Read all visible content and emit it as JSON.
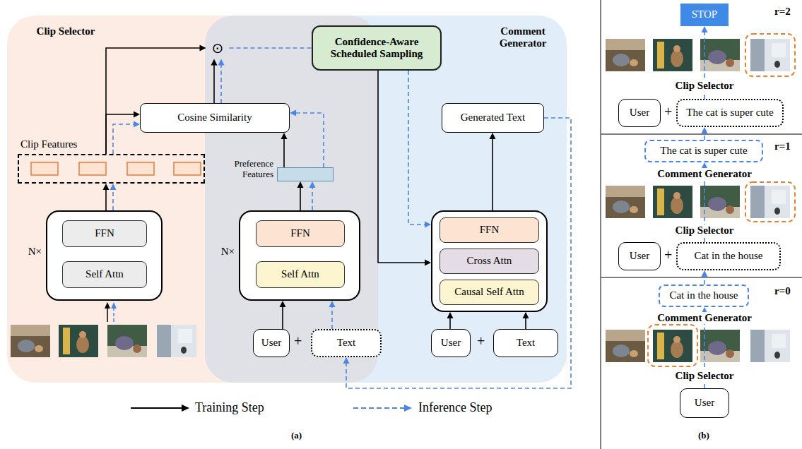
{
  "diagram": {
    "nodes": [
      {
        "text": [
          "Clip Selector"
        ]
      },
      {
        "text": [
          "Comment Generator"
        ]
      },
      {
        "text": [
          "⊙"
        ]
      },
      {
        "text": [
          "Confidence-Aware Scheduled Sampling"
        ],
        "in": 1
      },
      {
        "text": [
          "Cosine Similarity"
        ]
      },
      {
        "text": [
          "Generated Text"
        ],
        "in": 1
      },
      {
        "text": [
          "Clip Features"
        ],
        "in": 0
      },
      {
        "text": [
          "Preference Features"
        ]
      },
      {
        "text": [
          "N×"
        ],
        "in": 0
      },
      {
        "text": [
          "FFN"
        ],
        "in": 8
      },
      {
        "text": [
          "Self Attn"
        ],
        "in": 8
      },
      {
        "text": [
          "N×"
        ]
      },
      {
        "text": [
          "FFN"
        ],
        "in": 11
      },
      {
        "text": [
          "Self Attn"
        ],
        "in": 11
      },
      {
        "text": [],
        "in": 1
      },
      {
        "text": [
          "FFN"
        ],
        "in": 14
      },
      {
        "text": [
          "Cross Attn"
        ],
        "in": 14
      },
      {
        "text": [
          "Causal Self Attn"
        ],
        "in": 14
      },
      {
        "text": [
          "User"
        ]
      },
      {
        "text": [
          "Text"
        ]
      },
      {
        "text": [
          "User"
        ]
      },
      {
        "text": [
          "Text"
        ]
      },
      {
        "text": [
          "STOP"
        ]
      },
      {
        "text": [
          "User"
        ]
      },
      {
        "text": [
          "The cat is super cute"
        ]
      },
      {
        "text": [
          "The cat is super cute"
        ]
      },
      {
        "text": [
          "User"
        ]
      },
      {
        "text": [
          "Cat in the house"
        ]
      },
      {
        "text": [
          "Cat in the house"
        ]
      },
      {
        "text": [
          "User"
        ]
      }
    ],
    "edges": [
      {
        "from": 8,
        "to": 6,
        "arrow": "to"
      },
      {
        "from": 8,
        "to": 6,
        "arrow": "to"
      },
      {
        "from": 6,
        "to": 4,
        "arrow": "to"
      },
      {
        "from": 6,
        "to": 4,
        "arrow": "to"
      },
      {
        "from": 6,
        "to": 2,
        "arrow": "to"
      },
      {
        "from": 4,
        "to": 2,
        "arrow": "to"
      },
      {
        "from": 4,
        "to": 2,
        "arrow": "to"
      },
      {
        "from": 11,
        "to": 7,
        "arrow": "to"
      },
      {
        "from": 11,
        "to": 7,
        "arrow": "to"
      },
      {
        "from": 7,
        "to": 4,
        "arrow": "to"
      },
      {
        "from": 7,
        "to": 4,
        "arrow": "to"
      },
      {
        "from": 2,
        "to": 3,
        "arrow": "none"
      },
      {
        "from": 3,
        "to": 14,
        "arrow": "to"
      },
      {
        "from": 3,
        "to": 14,
        "arrow": "to"
      },
      {
        "from": 14,
        "to": 5,
        "arrow": "to"
      },
      {
        "from": 5,
        "to": 19,
        "arrow": "to"
      },
      {
        "from": 18,
        "to": 11,
        "arrow": "to"
      },
      {
        "from": 19,
        "to": 11,
        "arrow": "to"
      },
      {
        "from": 20,
        "to": 14,
        "arrow": "to"
      },
      {
        "from": 21,
        "to": 14,
        "arrow": "to"
      },
      {
        "from": 29,
        "to": 28,
        "arrow": "to"
      },
      {
        "from": 28,
        "to": 27,
        "arrow": "to"
      },
      {
        "from": 27,
        "to": 25,
        "arrow": "to"
      },
      {
        "from": 25,
        "to": 24,
        "arrow": "to"
      },
      {
        "from": 24,
        "to": 22,
        "arrow": "to"
      }
    ],
    "labels": [
      "(a)",
      "+",
      "+",
      "r=2",
      "Clip Selector",
      "+",
      "r=1",
      "Comment Generator",
      "Clip Selector",
      "+",
      "r=0",
      "Comment Generator",
      "Clip Selector",
      "(b)"
    ],
    "legend": [
      {
        "text": "Training Step"
      },
      {
        "text": "Inference Step"
      }
    ]
  }
}
